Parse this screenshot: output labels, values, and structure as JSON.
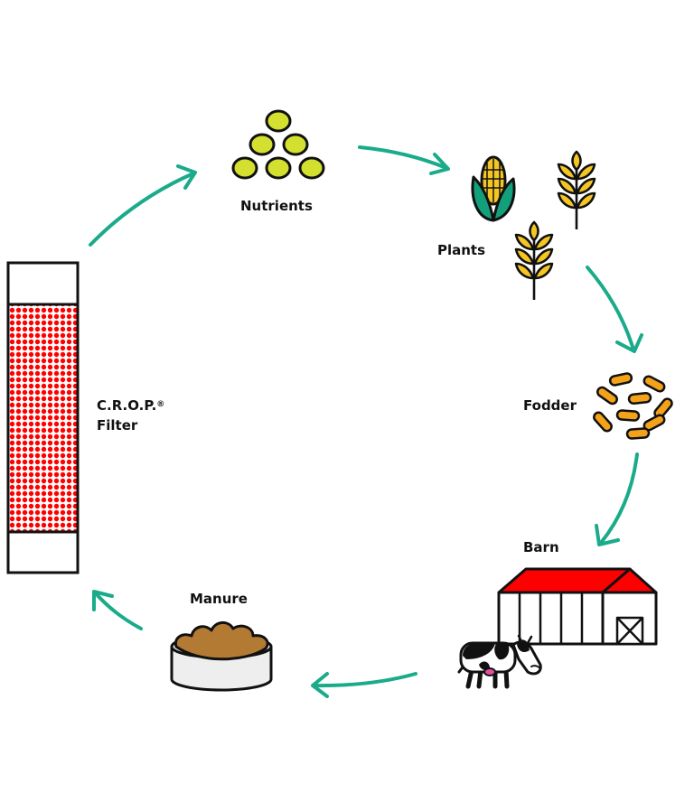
{
  "labels": {
    "nutrients": "Nutrients",
    "plants": "Plants",
    "fodder": "Fodder",
    "barn": "Barn",
    "manure": "Manure",
    "filter_line1": "C.R.O.P.",
    "filter_sup": "®",
    "filter_line2": "Filter"
  },
  "colors": {
    "arrow": "#1aab8a",
    "nutrient": "#d4e030",
    "corn_husk": "#12a07a",
    "grain": "#f5c623",
    "fodder": "#f4a21a",
    "barn_roof": "#ff0000",
    "filter_fill": "#ff0000",
    "manure": "#b27a33",
    "bowl": "#eeeeee"
  }
}
